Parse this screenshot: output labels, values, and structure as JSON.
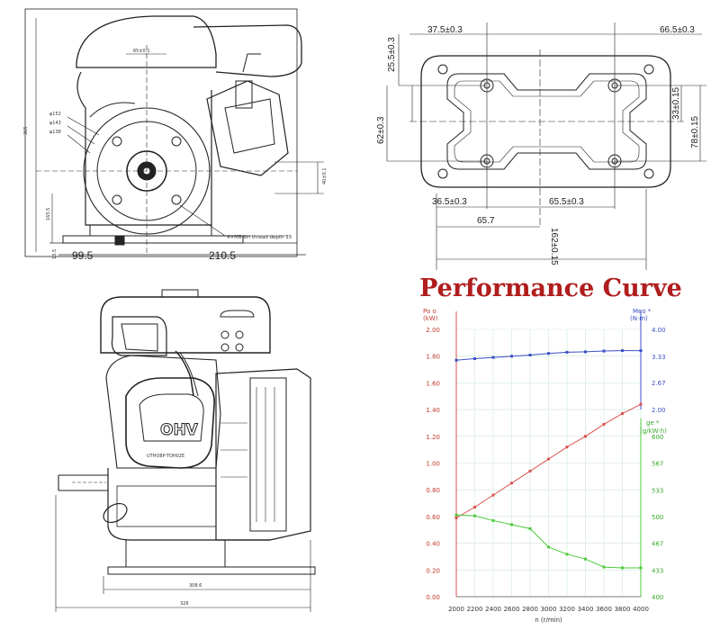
{
  "front_view": {
    "dim_left": "99.5",
    "dim_right": "210.5",
    "callout": "4×M8-6H thread depth 15",
    "small_labels": [
      "65±0.1",
      "φ152",
      "φ143",
      "φ138",
      "365",
      "165.5",
      "40±0.1",
      "13.5"
    ]
  },
  "base_plate": {
    "top_left": "37.5±0.3",
    "top_right": "66.5±0.3",
    "left_top": "25.5±0.3",
    "left_height": "62±0.3",
    "right_33": "33±0.15",
    "right_78": "78±0.15",
    "bottom_left": "36.5±0.3",
    "bottom_right": "65.5±0.3",
    "bottom_657": "65.7",
    "bottom_162": "162±0.15"
  },
  "side_view": {
    "badge": "OHV",
    "plate_text": "UTHO8P-TOH02E",
    "dim_a": "308.6",
    "dim_b": "326"
  },
  "chart_data": {
    "type": "line",
    "title": "Performance Curve",
    "xlabel": "n (r/min)",
    "x": [
      2000,
      2200,
      2400,
      2600,
      2800,
      3000,
      3200,
      3400,
      3600,
      3800,
      4000
    ],
    "left_axis": {
      "label_line1": "Po o",
      "label_line2": "(kW)",
      "min": 0,
      "max": 2,
      "step": 0.2,
      "ticks": [
        "0.00",
        "0.20",
        "0.40",
        "0.60",
        "0.80",
        "1.00",
        "1.20",
        "1.40",
        "1.60",
        "1.80",
        "2.00"
      ]
    },
    "right_axis_torque": {
      "label_line1": "Meo *",
      "label_line2": "(N·m)",
      "min": 2.0,
      "max": 4.0,
      "ticks": [
        "2.00",
        "2.67",
        "3.33",
        "4.00"
      ]
    },
    "right_axis_fuel": {
      "label_line1": "ge *",
      "label_line2": "(g/kW·h)",
      "min": 400,
      "max": 600,
      "ticks": [
        "400",
        "433",
        "467",
        "500",
        "533",
        "567",
        "600"
      ]
    },
    "series": [
      {
        "key": "power",
        "color": "#d9534f",
        "axis": "left",
        "values": [
          0.59,
          0.67,
          0.76,
          0.85,
          0.94,
          1.03,
          1.12,
          1.2,
          1.29,
          1.37,
          1.44
        ]
      },
      {
        "key": "torque",
        "color": "#3b4fc4",
        "axis": "torque",
        "values": [
          3.23,
          3.27,
          3.3,
          3.33,
          3.36,
          3.4,
          3.43,
          3.44,
          3.46,
          3.47,
          3.47
        ]
      },
      {
        "key": "fuel",
        "color": "#4ecb3c",
        "axis": "fuel",
        "values": [
          502,
          501,
          495,
          490,
          485,
          462,
          453,
          447,
          437,
          436,
          436
        ]
      }
    ]
  }
}
